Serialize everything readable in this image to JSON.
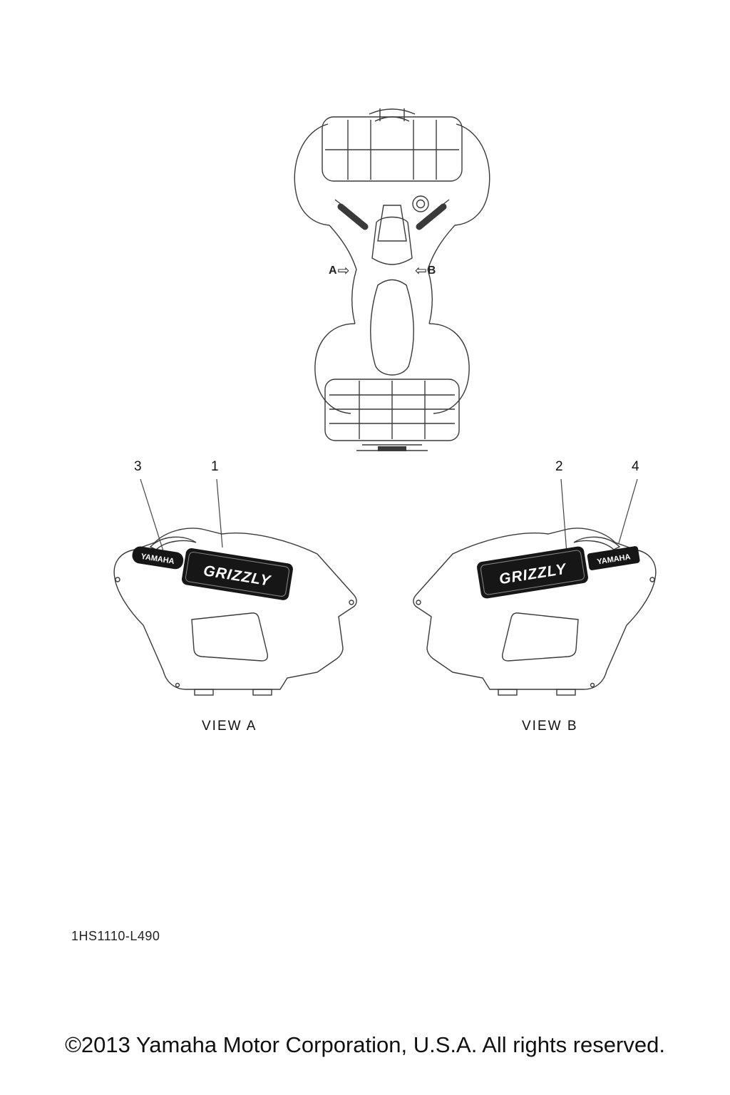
{
  "diagram": {
    "arrows": {
      "a": "A",
      "b": "B"
    },
    "icons": {
      "arrow_right": "⇨",
      "arrow_left": "⇦"
    },
    "callouts": {
      "c1": "1",
      "c2": "2",
      "c3": "3",
      "c4": "4"
    },
    "views": {
      "a": {
        "label": "VIEW A"
      },
      "b": {
        "label": "VIEW B"
      }
    },
    "decals": {
      "brand": "YAMAHA",
      "model": "GRIZZLY"
    }
  },
  "footer": {
    "part_code": "1HS1110-L490",
    "copyright": "©2013 Yamaha Motor Corporation, U.S.A. All rights reserved."
  },
  "colors": {
    "line": "#3a3a3a",
    "decal_bg": "#161616",
    "decal_text": "#ffffff"
  }
}
